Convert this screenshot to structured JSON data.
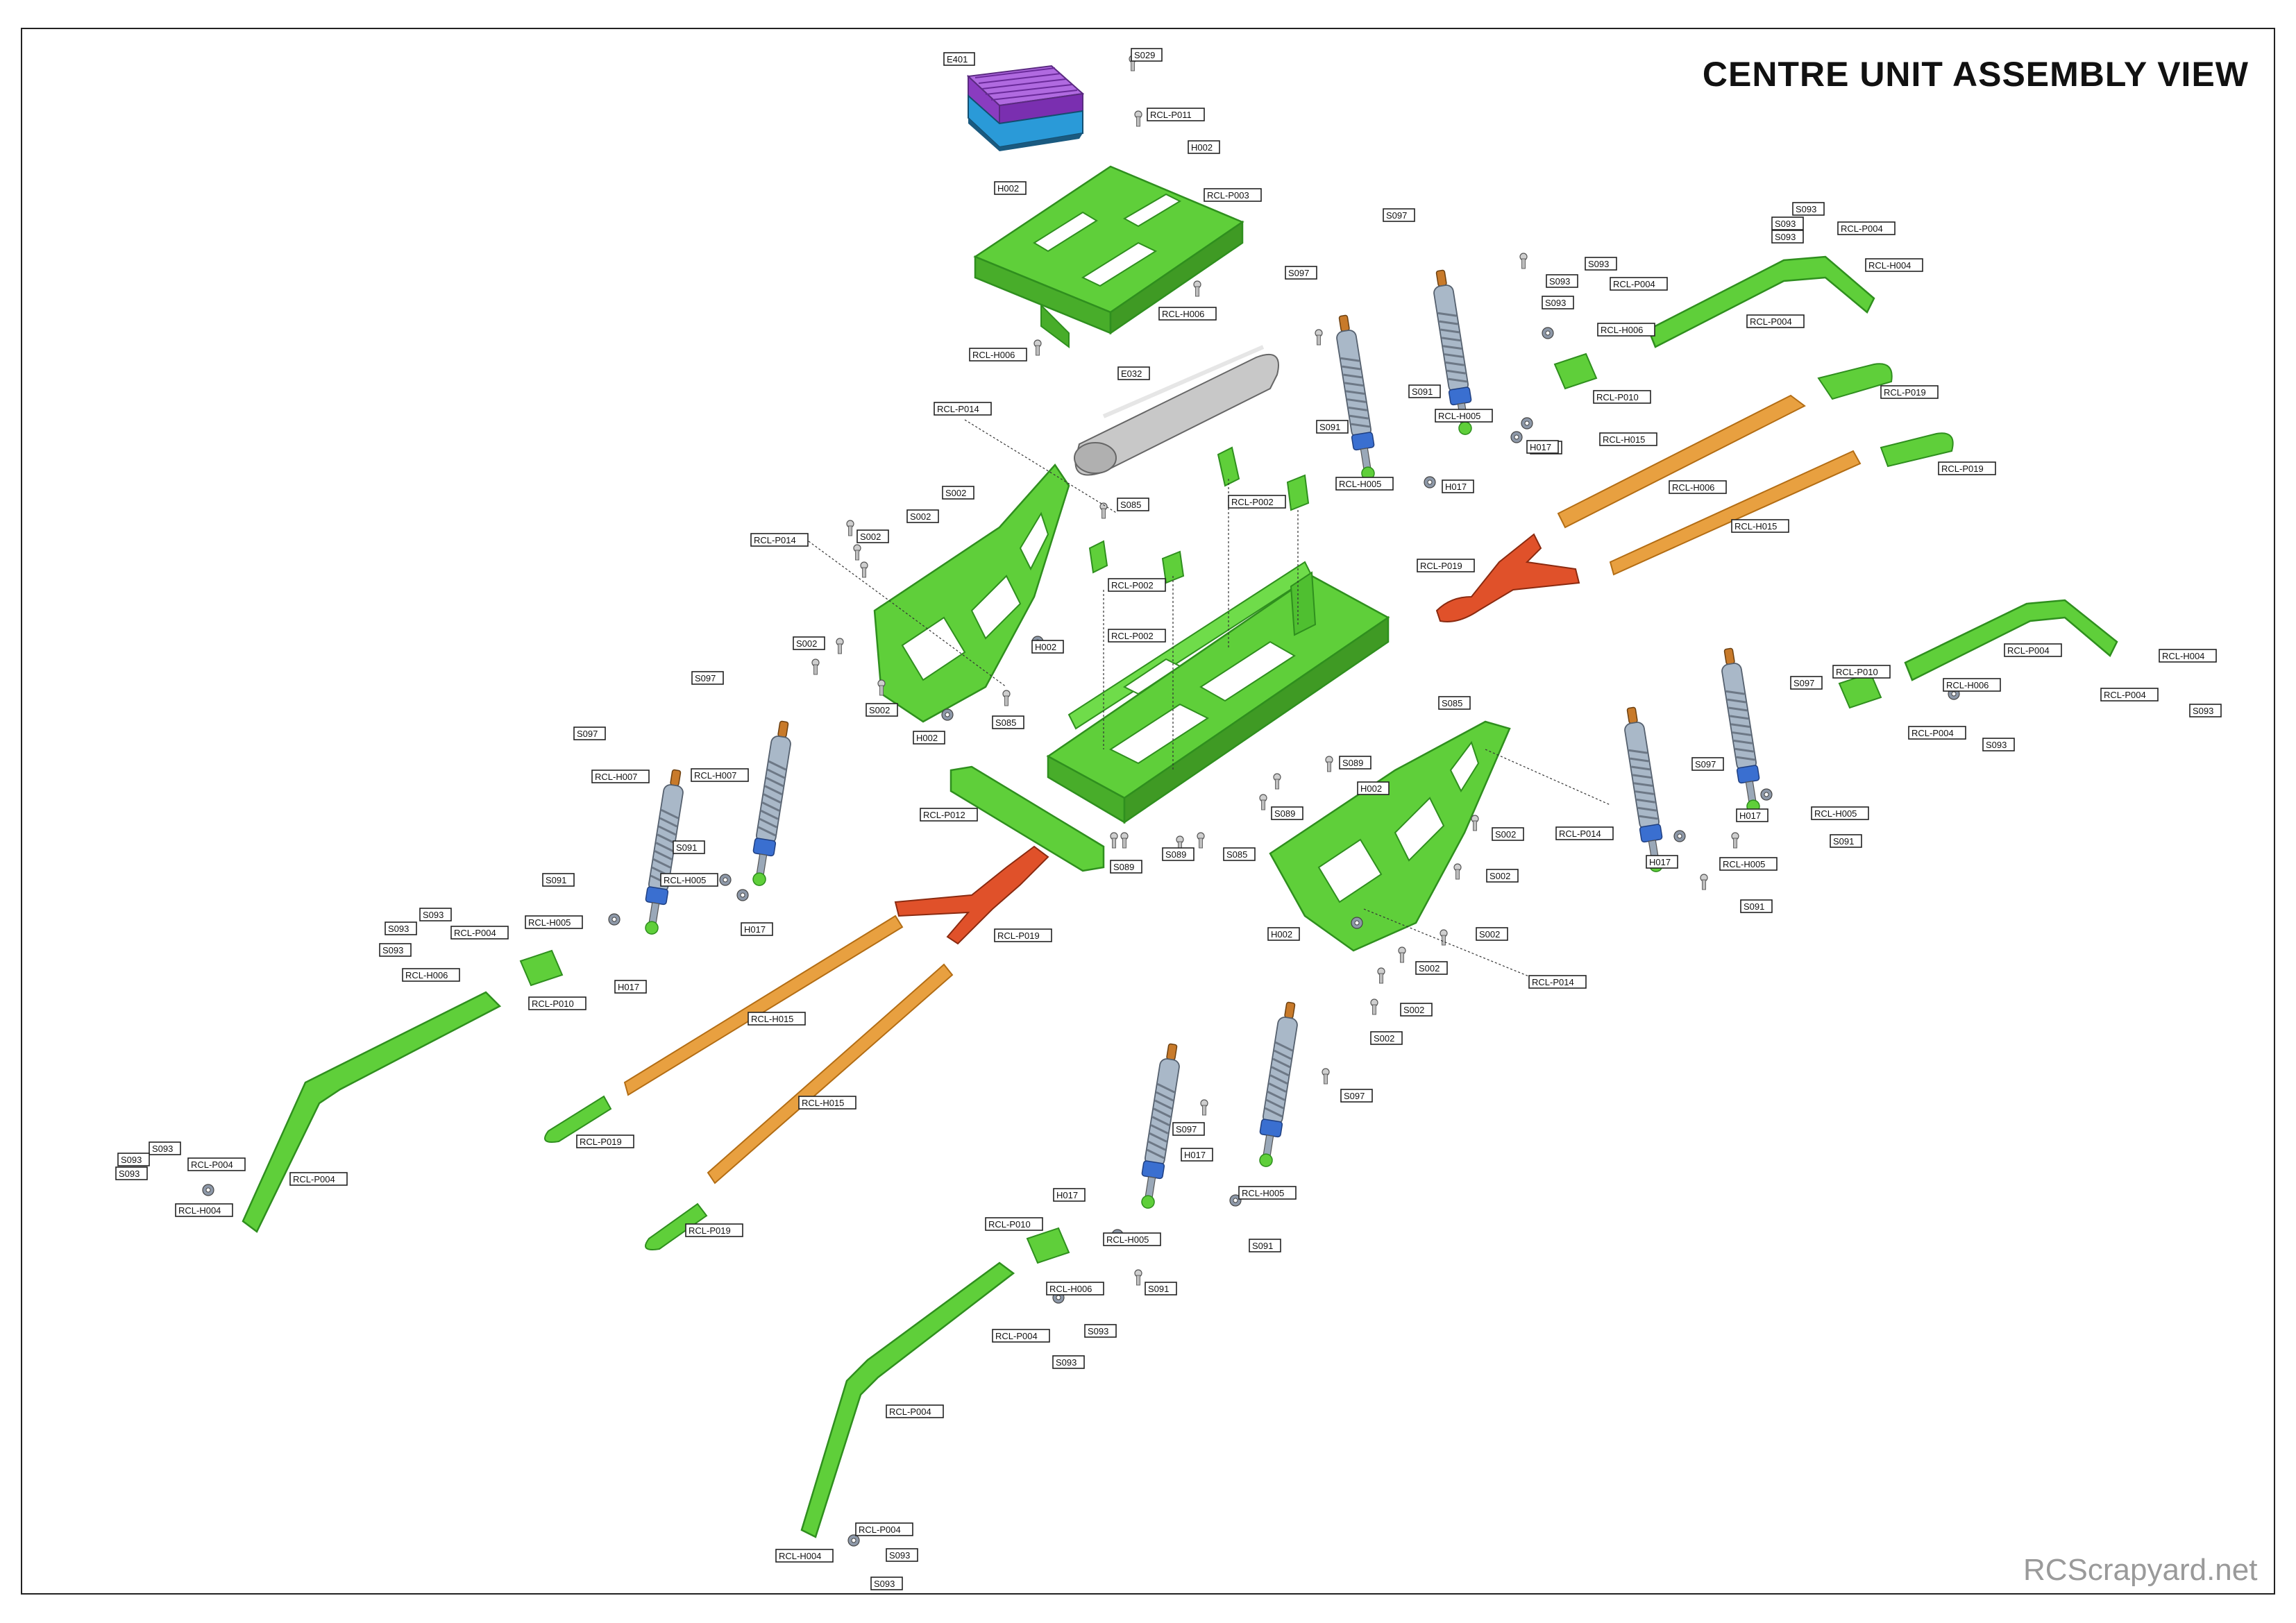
{
  "title": "CENTRE UNIT ASSEMBLY VIEW",
  "watermark": "RCScrapyard.net",
  "colors": {
    "plastic_green": "#5fcf3a",
    "green_outline": "#2f8f1e",
    "orange_link": "#e8a040",
    "orange_outline": "#b36d14",
    "red_arm": "#e0512a",
    "shock_body": "#a9b8c8",
    "shock_collar": "#3a6fd0",
    "shock_cap": "#c87a2a",
    "battery": "#c8c8c8",
    "esc_purple": "#9b3fd0",
    "esc_blue": "#2a9ad8"
  },
  "labels": {
    "e401": "E401",
    "s029": "S029",
    "rcl_p011": "RCL-P011",
    "h002": "H002",
    "rcl_p003": "RCL-P003",
    "rcl_h006": "RCL-H006",
    "e032": "E032",
    "rcl_p014": "RCL-P014",
    "s002": "S002",
    "s085": "S085",
    "rcl_p002": "RCL-P002",
    "s097": "S097",
    "rcl_h007": "RCL-H007",
    "s091": "S091",
    "rcl_h005": "RCL-H005",
    "h017": "H017",
    "rcl_p012": "RCL-P012",
    "rcl_p019": "RCL-P019",
    "rcl_h015": "RCL-H015",
    "rcl_p010": "RCL-P010",
    "rcl_p004": "RCL-P004",
    "s093": "S093",
    "rcl_h004": "RCL-H004",
    "s089": "S089"
  },
  "icons": {
    "shock": "coilover-shock-icon",
    "screw": "screw-icon",
    "link": "suspension-link-icon"
  }
}
